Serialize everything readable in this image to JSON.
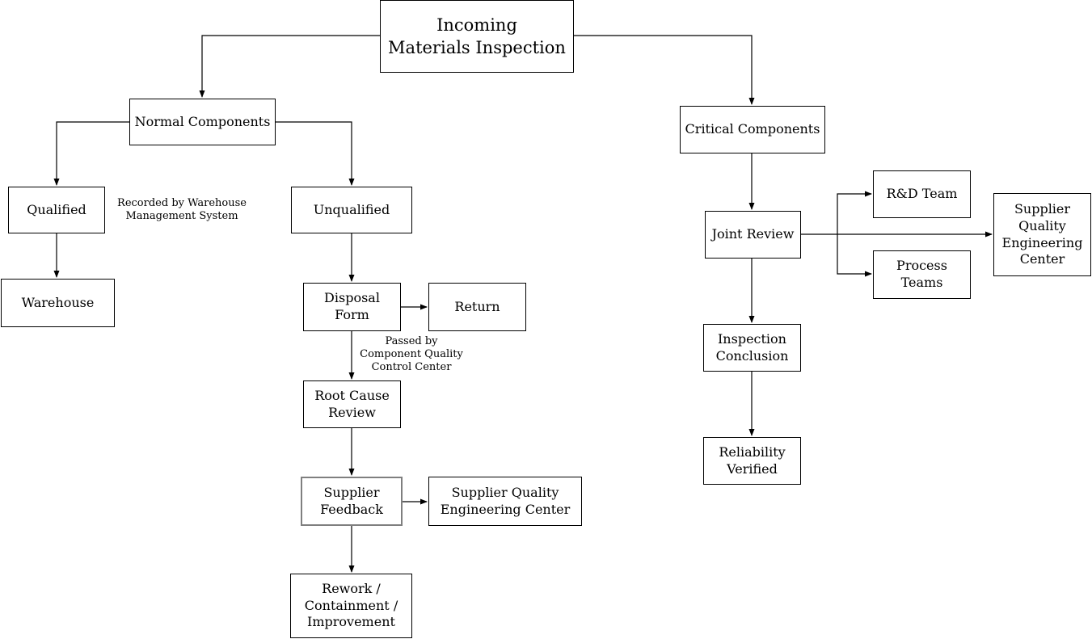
{
  "diagram": {
    "nodes": {
      "incoming": {
        "label": "Incoming\nMaterials Inspection"
      },
      "normal": {
        "label": "Normal Components"
      },
      "qualified": {
        "label": "Qualified"
      },
      "unqualified": {
        "label": "Unqualified"
      },
      "warehouse": {
        "label": "Warehouse"
      },
      "disposal_form": {
        "label": "Disposal\nForm"
      },
      "return": {
        "label": "Return"
      },
      "root_cause": {
        "label": "Root Cause\nReview"
      },
      "supplier_feedback": {
        "label": "Supplier\nFeedback"
      },
      "sqec_left": {
        "label": "Supplier Quality\nEngineering Center"
      },
      "rework": {
        "label": "Rework /\nContainment /\nImprovement"
      },
      "critical": {
        "label": "Critical Components"
      },
      "joint_review": {
        "label": "Joint Review"
      },
      "rd_team": {
        "label": "R&D Team"
      },
      "process_teams": {
        "label": "Process\nTeams"
      },
      "sqec_right": {
        "label": "Supplier\nQuality\nEngineering\nCenter"
      },
      "inspection_conclusion": {
        "label": "Inspection\nConclusion"
      },
      "reliability_verified": {
        "label": "Reliability\nVerified"
      }
    },
    "annotations": {
      "recorded_by": "Recorded by Warehouse\nManagement System",
      "passed_by": "Passed by\nComponent Quality\nControl Center"
    },
    "colors": {
      "line": "#000000",
      "box_border": "#000000",
      "highlight_border": "#7f7f7f",
      "background": "#ffffff",
      "text": "#000000"
    }
  }
}
